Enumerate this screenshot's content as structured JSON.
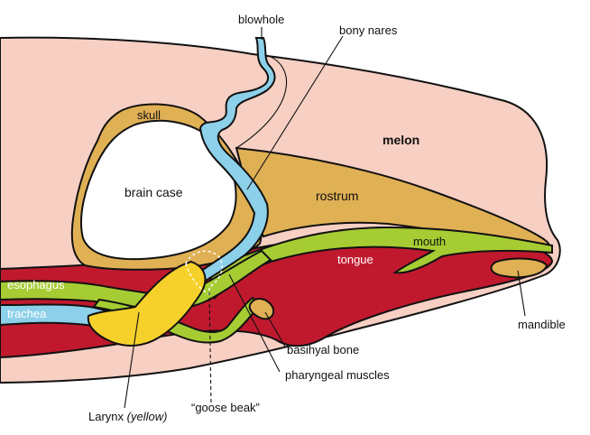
{
  "labels": {
    "blowhole": "blowhole",
    "bony_nares": "bony nares",
    "skull": "skull",
    "melon": "melon",
    "brain_case": "brain case",
    "rostrum": "rostrum",
    "mouth": "mouth",
    "tongue": "tongue",
    "esophagus": "esophagus",
    "trachea": "trachea",
    "mandible": "mandible",
    "basihyal_bone": "basihyal bone",
    "pharyngeal_muscles": "pharyngeal muscles",
    "goose_beak": "“goose beak”",
    "larynx": "Larynx ",
    "larynx_note": "(yellow)"
  },
  "colors": {
    "skin": "#f7cfc3",
    "bone": "#e0b055",
    "airway": "#8dd0ea",
    "tongue": "#c0192e",
    "esophagus": "#a6cc33",
    "larynx": "#f6d12b",
    "outline": "#111111"
  }
}
